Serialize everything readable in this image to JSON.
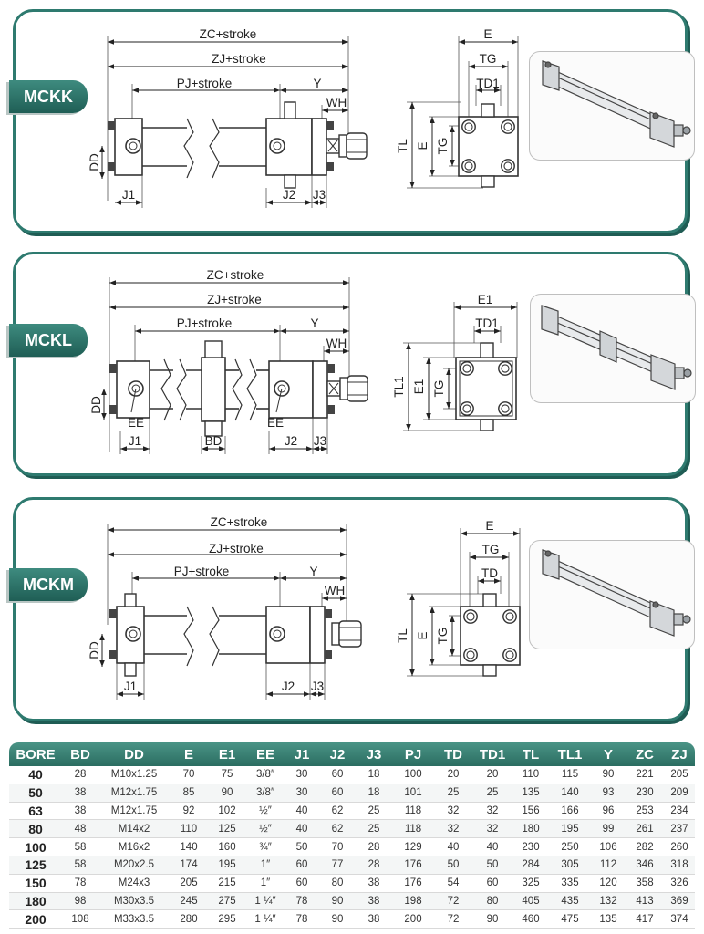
{
  "panels": [
    {
      "title": "MCKK",
      "labels": {
        "zc": "ZC+stroke",
        "zj": "ZJ+stroke",
        "pj": "PJ+stroke",
        "y": "Y",
        "wh": "WH",
        "dd": "DD",
        "j1": "J1",
        "j2": "J2",
        "j3": "J3",
        "e": "E",
        "tg": "TG",
        "td": "TD1",
        "tl": "TL",
        "e_side": "E",
        "tg_side": "TG"
      }
    },
    {
      "title": "MCKL",
      "labels": {
        "zc": "ZC+stroke",
        "zj": "ZJ+stroke",
        "pj": "PJ+stroke",
        "y": "Y",
        "wh": "WH",
        "dd": "DD",
        "j1": "J1",
        "j2": "J2",
        "j3": "J3",
        "bd": "BD",
        "ee1": "EE",
        "ee2": "EE",
        "e": "E1",
        "td": "TD1",
        "tl": "TL1",
        "e_side": "E1",
        "tg_side": "TG"
      }
    },
    {
      "title": "MCKM",
      "labels": {
        "zc": "ZC+stroke",
        "zj": "ZJ+stroke",
        "pj": "PJ+stroke",
        "y": "Y",
        "wh": "WH",
        "dd": "DD",
        "j1": "J1",
        "j2": "J2",
        "j3": "J3",
        "e": "E",
        "tg": "TG",
        "td": "TD",
        "tl": "TL",
        "e_side": "E",
        "tg_side": "TG"
      }
    }
  ],
  "table": {
    "headers": [
      "BORE",
      "BD",
      "DD",
      "E",
      "E1",
      "EE",
      "J1",
      "J2",
      "J3",
      "PJ",
      "TD",
      "TD1",
      "TL",
      "TL1",
      "Y",
      "ZC",
      "ZJ"
    ],
    "rows": [
      [
        "40",
        "28",
        "M10x1.25",
        "70",
        "75",
        "3/8″",
        "30",
        "60",
        "18",
        "100",
        "20",
        "20",
        "110",
        "115",
        "90",
        "221",
        "205"
      ],
      [
        "50",
        "38",
        "M12x1.75",
        "85",
        "90",
        "3/8″",
        "30",
        "60",
        "18",
        "101",
        "25",
        "25",
        "135",
        "140",
        "93",
        "230",
        "209"
      ],
      [
        "63",
        "38",
        "M12x1.75",
        "92",
        "102",
        "½″",
        "40",
        "62",
        "25",
        "118",
        "32",
        "32",
        "156",
        "166",
        "96",
        "253",
        "234"
      ],
      [
        "80",
        "48",
        "M14x2",
        "110",
        "125",
        "½″",
        "40",
        "62",
        "25",
        "118",
        "32",
        "32",
        "180",
        "195",
        "99",
        "261",
        "237"
      ],
      [
        "100",
        "58",
        "M16x2",
        "140",
        "160",
        "¾″",
        "50",
        "70",
        "28",
        "129",
        "40",
        "40",
        "230",
        "250",
        "106",
        "282",
        "260"
      ],
      [
        "125",
        "58",
        "M20x2.5",
        "174",
        "195",
        "1″",
        "60",
        "77",
        "28",
        "176",
        "50",
        "50",
        "284",
        "305",
        "112",
        "346",
        "318"
      ],
      [
        "150",
        "78",
        "M24x3",
        "205",
        "215",
        "1″",
        "60",
        "80",
        "38",
        "176",
        "54",
        "60",
        "325",
        "335",
        "120",
        "358",
        "326"
      ],
      [
        "180",
        "98",
        "M30x3.5",
        "245",
        "275",
        "1 ¼″",
        "78",
        "90",
        "38",
        "198",
        "72",
        "80",
        "405",
        "435",
        "132",
        "413",
        "369"
      ],
      [
        "200",
        "108",
        "M33x3.5",
        "280",
        "295",
        "1 ¼″",
        "78",
        "90",
        "38",
        "200",
        "72",
        "90",
        "460",
        "475",
        "135",
        "417",
        "374"
      ]
    ]
  }
}
